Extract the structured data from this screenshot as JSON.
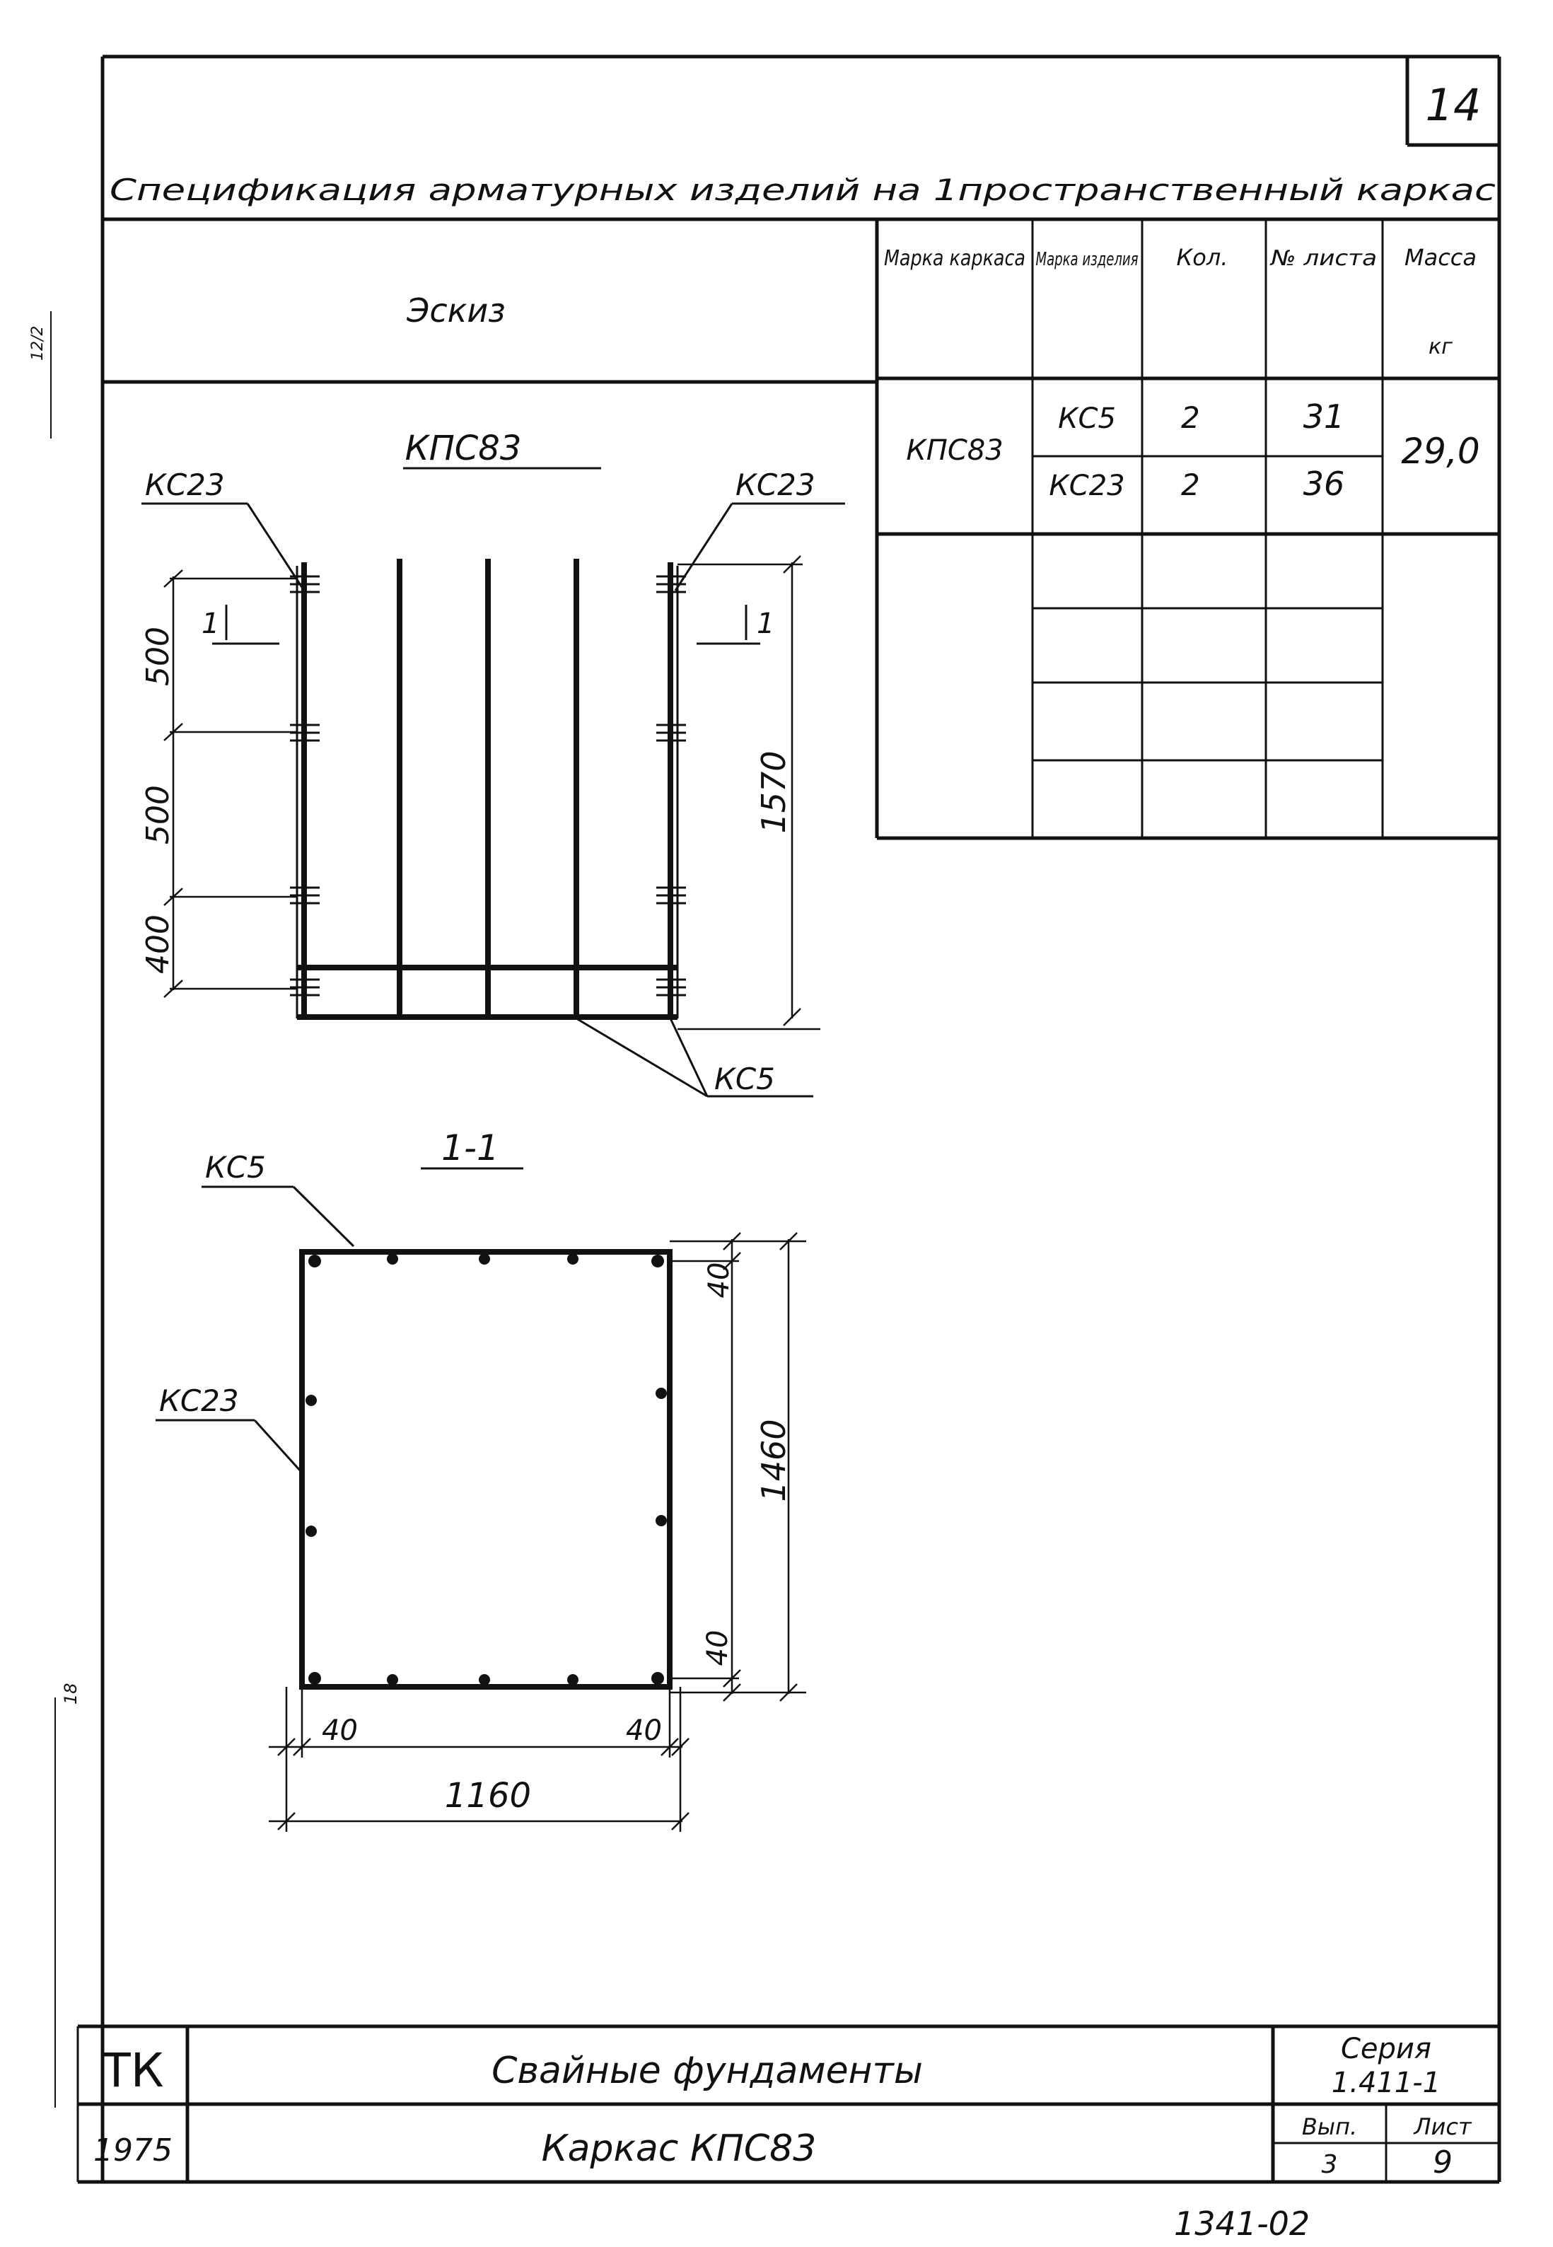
{
  "sheet": {
    "sheet_number": "14",
    "spec_title": "Спецификация арматурных изделий на 1пространственный каркас",
    "sketch_header": "Эскиз",
    "left_margin_note": "12/2",
    "left_margin_marks": [
      "18"
    ]
  },
  "spec_table": {
    "headers": {
      "frame_mark": "Марка каркаса",
      "product_mark": "Марка изделия",
      "qty": "Кол.",
      "sheet_no": "№ листа",
      "mass": "Масса",
      "mass_unit": "кг"
    },
    "frame_mark": "КПС83",
    "mass": "29,0",
    "rows": [
      {
        "product": "КС5",
        "qty": "2",
        "sheet": "31"
      },
      {
        "product": "КС23",
        "qty": "2",
        "sheet": "36"
      }
    ]
  },
  "elevation": {
    "title": "КПС83",
    "label_left": "КС23",
    "label_right": "КС23",
    "label_bottom": "КС5",
    "section_mark_left": "1",
    "section_mark_right": "1",
    "dims_left": [
      "500",
      "500",
      "400"
    ],
    "dim_right": "1570"
  },
  "section": {
    "title": "1-1",
    "label_top": "КС5",
    "label_left": "КС23",
    "dim_top": "40",
    "dim_height": "1460",
    "dim_bottom": "40",
    "dim_left": "40",
    "dim_right": "40",
    "dim_width": "1160"
  },
  "title_block": {
    "org": "ТК",
    "year": "1975",
    "project": "Свайные фундаменты",
    "drawing": "Каркас КПС83",
    "series_label": "Серия",
    "series_value": "1.411-1",
    "issue_label": "Вып.",
    "issue_value": "3",
    "sheet_label": "Лист",
    "sheet_value": "9"
  },
  "footer_code": "1341-02"
}
